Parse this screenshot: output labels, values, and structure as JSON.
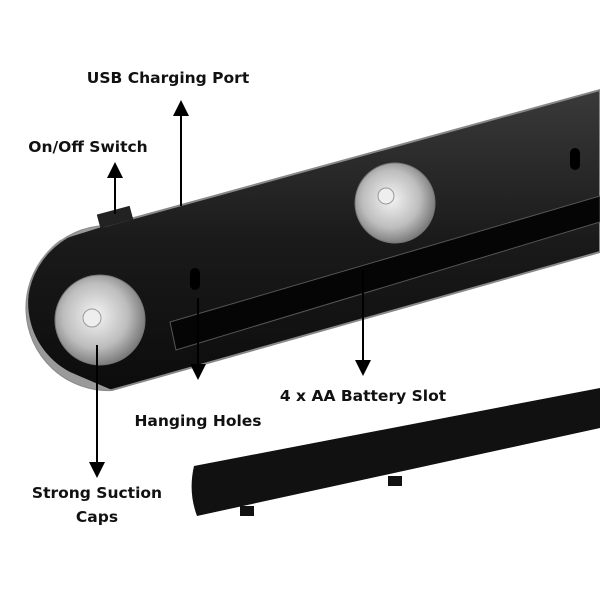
{
  "labels": {
    "usb_port": "USB Charging Port",
    "switch": "On/Off Switch",
    "battery_slot": "4 x AA Battery Slot",
    "hanging_holes": "Hanging Holes",
    "suction_line1": "Strong Suction",
    "suction_line2": "Caps"
  },
  "colors": {
    "bar": "#1c1c1c",
    "cover": "#111111",
    "arrow": "#000000"
  }
}
